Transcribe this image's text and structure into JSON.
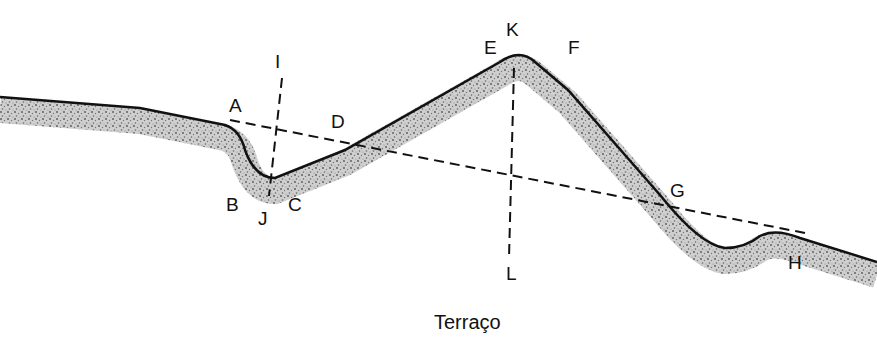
{
  "diagram": {
    "caption": "Terraço",
    "labels": [
      "A",
      "B",
      "C",
      "D",
      "E",
      "F",
      "G",
      "H",
      "I",
      "J",
      "K",
      "L"
    ]
  }
}
